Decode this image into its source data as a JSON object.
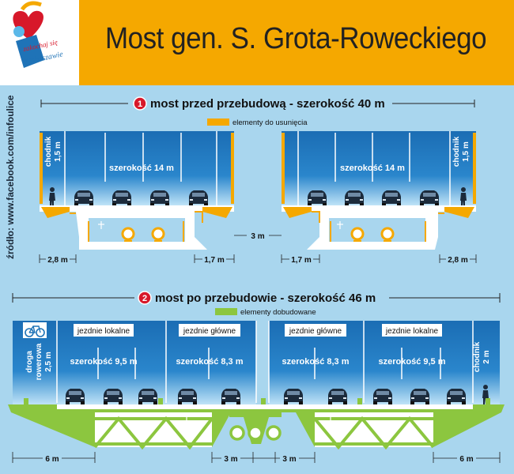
{
  "title": "Most  gen. S. Grota-Roweckiego",
  "logo_text": [
    "zakochaj się",
    "w",
    "Warszawie"
  ],
  "source": "źródło: www.facebook.com/infoulice",
  "section1": {
    "number": "1",
    "heading": "most przed przebudową - szerokość 40 m",
    "legend": "elementy do usunięcia",
    "left_sidewalk": [
      "chodnik",
      "1,5 m"
    ],
    "right_sidewalk": [
      "chodnik",
      "1,5 m"
    ],
    "left_roadway": "szerokość 14 m",
    "right_roadway": "szerokość 14 m",
    "dims": {
      "left_overhang": "2,8 m",
      "left_gap": "1,7 m",
      "center": "3 m",
      "right_gap": "1,7 m",
      "right_overhang": "2,8 m"
    }
  },
  "section2": {
    "number": "2",
    "heading": "most po przebudowie - szerokość 46 m",
    "legend": "elementy dobudowane",
    "left_path": [
      "droga",
      "rowerowa",
      "2,5 m"
    ],
    "right_sidewalk": [
      "chodnik",
      "2 m"
    ],
    "roadways": [
      {
        "label": "jezdnie lokalne",
        "width": "szerokość 9,5 m"
      },
      {
        "label": "jezdnie główne",
        "width": "szerokość 8,3 m"
      },
      {
        "label": "jezdnie główne",
        "width": "szerokość 8,3 m"
      },
      {
        "label": "jezdnie lokalne",
        "width": "szerokość 9,5 m"
      }
    ],
    "dims": {
      "left": "6 m",
      "center_left": "3 m",
      "center_right": "3 m",
      "right": "6 m"
    }
  },
  "colors": {
    "orange": "#f5a800",
    "blue_dark": "#1f73b7",
    "blue_light": "#a9d6ee",
    "green": "#8cc63f",
    "red": "#d7182a"
  },
  "icons": [
    "heart-logo-icon",
    "pedestrian-icon",
    "bicycle-icon",
    "car-icon"
  ]
}
